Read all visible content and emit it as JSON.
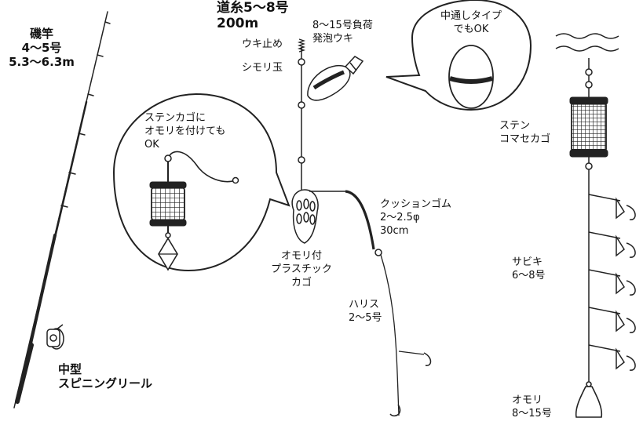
{
  "rod": {
    "name": "磯竿",
    "size": "4〜5号",
    "length": "5.3〜6.3m"
  },
  "reel": {
    "line1": "中型",
    "line2": "スピニングリール"
  },
  "mainline": {
    "line1": "道糸5〜8号",
    "line2": "200m"
  },
  "float_stop": "ウキ止め",
  "shimori_bead": "シモリ玉",
  "float": {
    "line1": "8〜15号負荷",
    "line2": "発泡ウキ"
  },
  "callout_float": {
    "line1": "中通しタイプ",
    "line2": "でもOK"
  },
  "callout_cage": {
    "line1": "ステンカゴに",
    "line2": "オモリを付けても",
    "line3": "OK"
  },
  "plastic_cage": {
    "line1": "オモリ付",
    "line2": "プラスチック",
    "line3": "カゴ"
  },
  "cushion": {
    "line1": "クッションゴム",
    "line2": "2〜2.5φ",
    "line3": "30cm"
  },
  "harisu": {
    "line1": "ハリス",
    "line2": "2〜5号"
  },
  "sten_cage": {
    "line1": "ステン",
    "line2": "コマセカゴ"
  },
  "sabiki": {
    "line1": "サビキ",
    "line2": "6〜8号"
  },
  "sinker": {
    "line1": "オモリ",
    "line2": "8〜15号"
  }
}
